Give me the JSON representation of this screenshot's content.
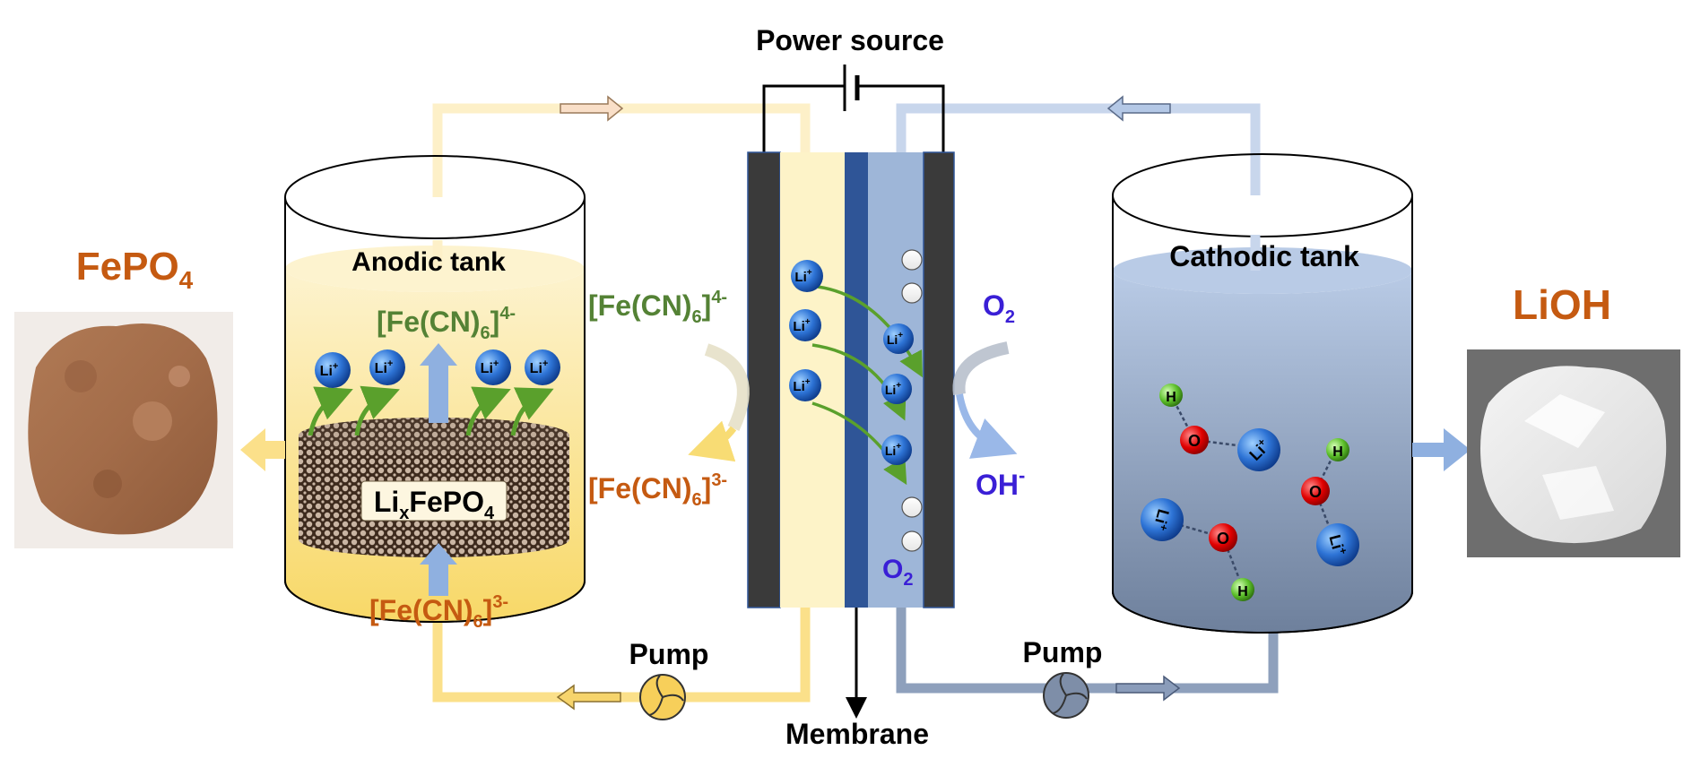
{
  "labels": {
    "power_source": "Power source",
    "anodic_tank": "Anodic tank",
    "cathodic_tank": "Cathodic tank",
    "fepo4_base": "FePO",
    "fepo4_sub": "4",
    "lioh": "LiOH",
    "pump": "Pump",
    "membrane": "Membrane",
    "lixfepo4_base": "Li",
    "lixfepo4_x": "x",
    "lixfepo4_rest": "FePO",
    "lixfepo4_sub": "4",
    "fecn_open": "[Fe(CN)",
    "fecn_sub": "6",
    "fecn_close": "]",
    "charge4": "4-",
    "charge3": "3-",
    "o2_base": "O",
    "o2_sub": "2",
    "oh_base": "OH",
    "oh_sup": "-",
    "li_ion": "Li",
    "li_plus": "+",
    "atom_o": "O",
    "atom_h": "H"
  },
  "colors": {
    "anode_electrolyte": "#fde9a0",
    "anode_pipe": "#fbe08a",
    "cathode_electrolyte": "#9eb6d8",
    "cathode_pipe": "#b4c8e6",
    "ferrocyanide_green": "#548235",
    "ferricyanide_orange": "#c55a11",
    "oxygen_blue": "#3a1fd6",
    "membrane_blue": "#2f5597",
    "electrode_dark": "#3a3a3a",
    "li_ion_blue": "#2e74d6",
    "oxygen_atom_red": "#e00000",
    "hydrogen_atom_green": "#5cbf2a"
  }
}
